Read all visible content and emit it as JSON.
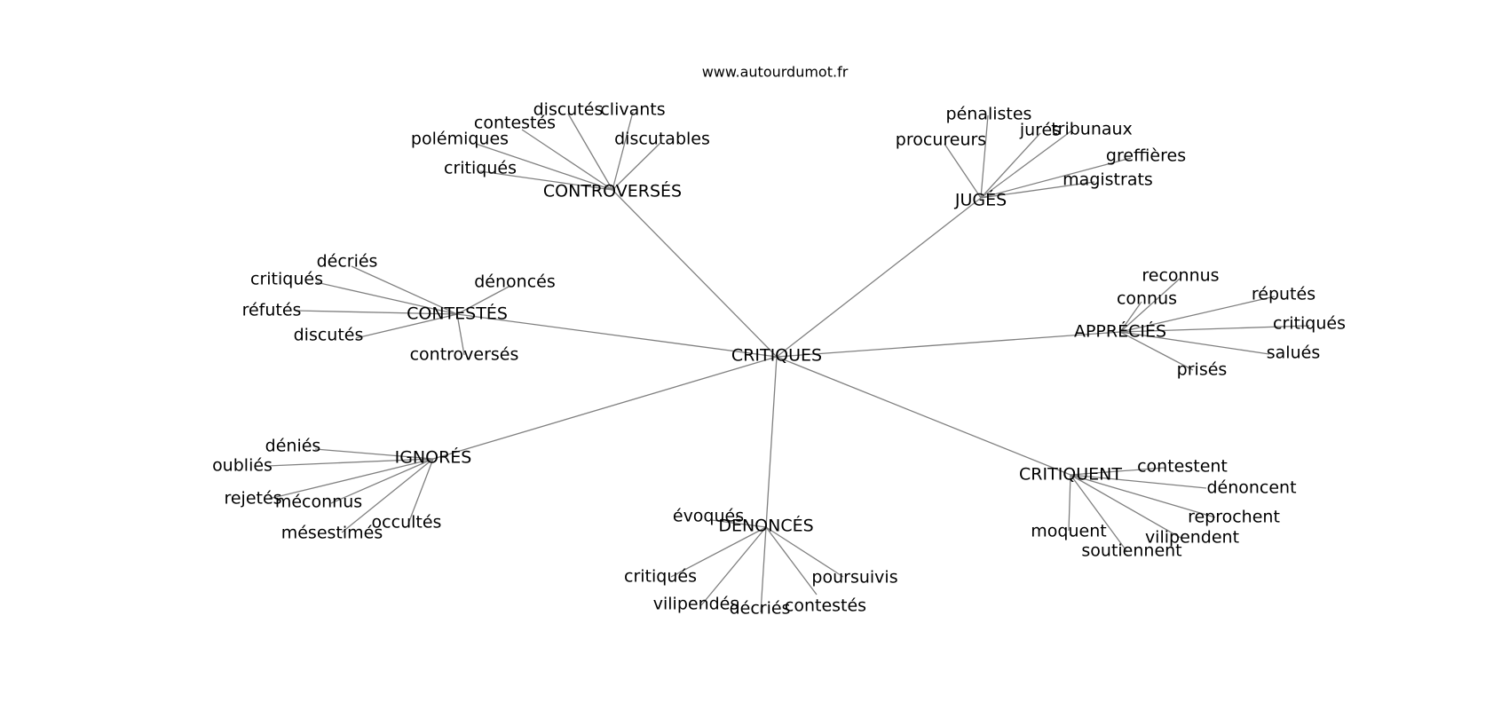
{
  "source": "www.autourdumot.fr",
  "center": "CRITIQUES",
  "clusters": [
    {
      "id": "controverses",
      "label": "CONTROVERSÉS",
      "leaves": [
        "critiqués",
        "polémiques",
        "contestés",
        "discutés",
        "clivants",
        "discutables"
      ]
    },
    {
      "id": "juges",
      "label": "JUGÉS",
      "leaves": [
        "procureurs",
        "pénalistes",
        "jurés",
        "tribunaux",
        "greffières",
        "magistrats"
      ]
    },
    {
      "id": "contestes",
      "label": "CONTESTÉS",
      "leaves": [
        "décriés",
        "critiqués",
        "réfutés",
        "discutés",
        "dénoncés",
        "controversés"
      ]
    },
    {
      "id": "apprecies",
      "label": "APPRÉCIÉS",
      "leaves": [
        "reconnus",
        "connus",
        "réputés",
        "critiqués",
        "salués",
        "prisés"
      ]
    },
    {
      "id": "ignores",
      "label": "IGNORÉS",
      "leaves": [
        "déniés",
        "oubliés",
        "rejetés",
        "méconnus",
        "mésestimés",
        "occultés"
      ]
    },
    {
      "id": "critiquent",
      "label": "CRITIQUENT",
      "leaves": [
        "contestent",
        "dénoncent",
        "reprochent",
        "vilipendent",
        "soutiennent",
        "moquent"
      ]
    },
    {
      "id": "denonces",
      "label": "DÉNONCÉS",
      "leaves": [
        "évoqués",
        "critiqués",
        "vilipendés",
        "décriés",
        "contestés",
        "poursuivis"
      ]
    }
  ]
}
